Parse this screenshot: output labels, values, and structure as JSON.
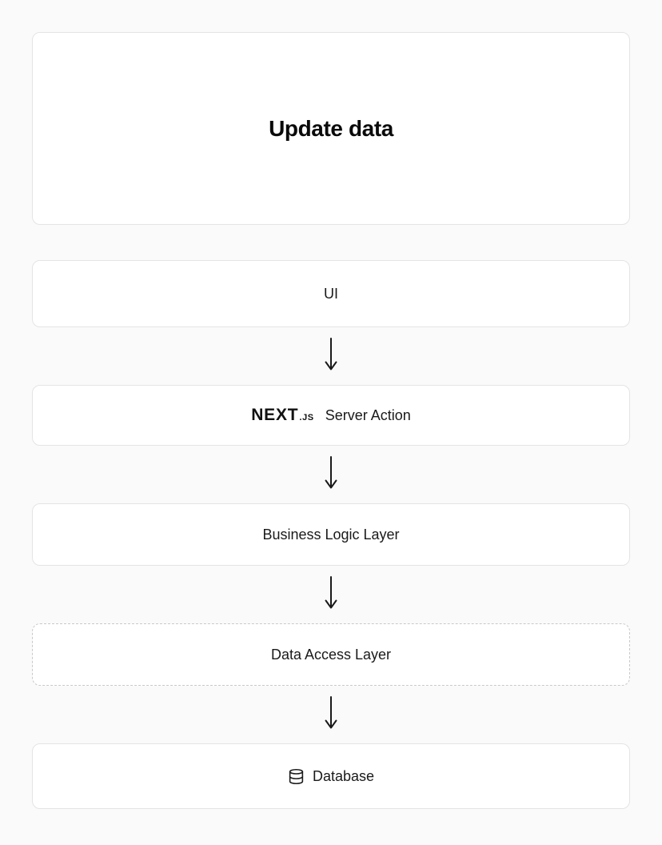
{
  "colors": {
    "page_background": "#fafafa",
    "card_background": "#ffffff",
    "card_border": "#e4e4e4",
    "dashed_border": "#c9c9c9",
    "text": "#1a1a1a",
    "arrow": "#1a1a1a"
  },
  "diagram": {
    "title": "Update data",
    "nodes": {
      "ui": {
        "label": "UI"
      },
      "server_action": {
        "brand": "NEXT",
        "brand_suffix": ".JS",
        "label": "Server Action"
      },
      "business_logic": {
        "label": "Business Logic Layer"
      },
      "data_access": {
        "label": "Data Access Layer",
        "border_style": "dashed"
      },
      "database": {
        "label": "Database",
        "icon": "database-icon"
      }
    }
  }
}
